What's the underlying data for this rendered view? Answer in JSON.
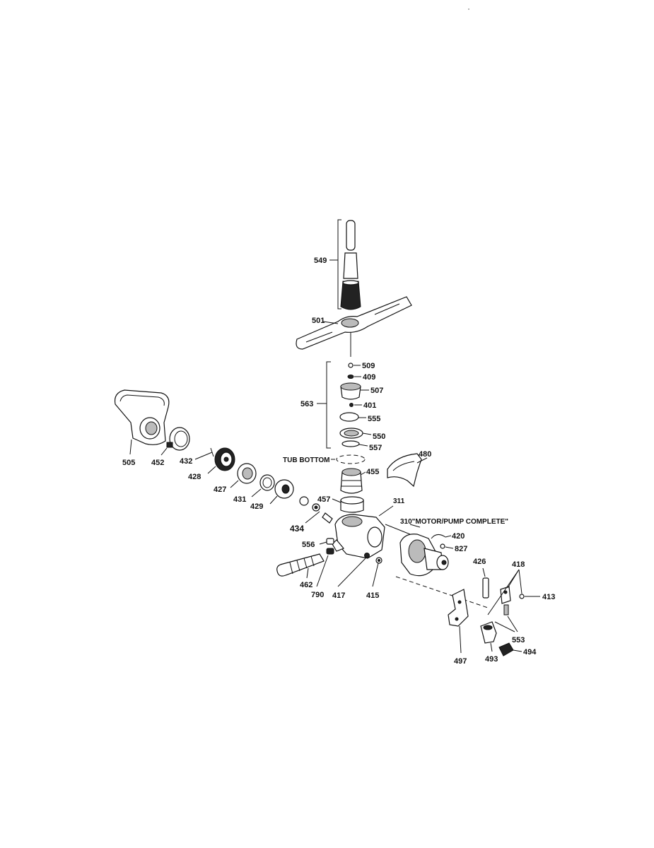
{
  "labels": {
    "p549": "549",
    "p501": "501",
    "p509": "509",
    "p409": "409",
    "p507": "507",
    "p563": "563",
    "p401": "401",
    "p555": "555",
    "p550": "550",
    "p557": "557",
    "tub_bottom": "TUB BOTTOM",
    "p480": "480",
    "p455": "455",
    "p505": "505",
    "p452": "452",
    "p432": "432",
    "p428": "428",
    "p427": "427",
    "p431": "431",
    "p429": "429",
    "p457": "457",
    "p434": "434",
    "p311": "311",
    "p310": "310\"MOTOR/PUMP COMPLETE\"",
    "p420": "420",
    "p827": "827",
    "p556": "556",
    "p462": "462",
    "p790": "790",
    "p417": "417",
    "p415": "415",
    "p426": "426",
    "p418": "418",
    "p413": "413",
    "p553": "553",
    "p497": "497",
    "p493": "493",
    "p494": "494"
  }
}
